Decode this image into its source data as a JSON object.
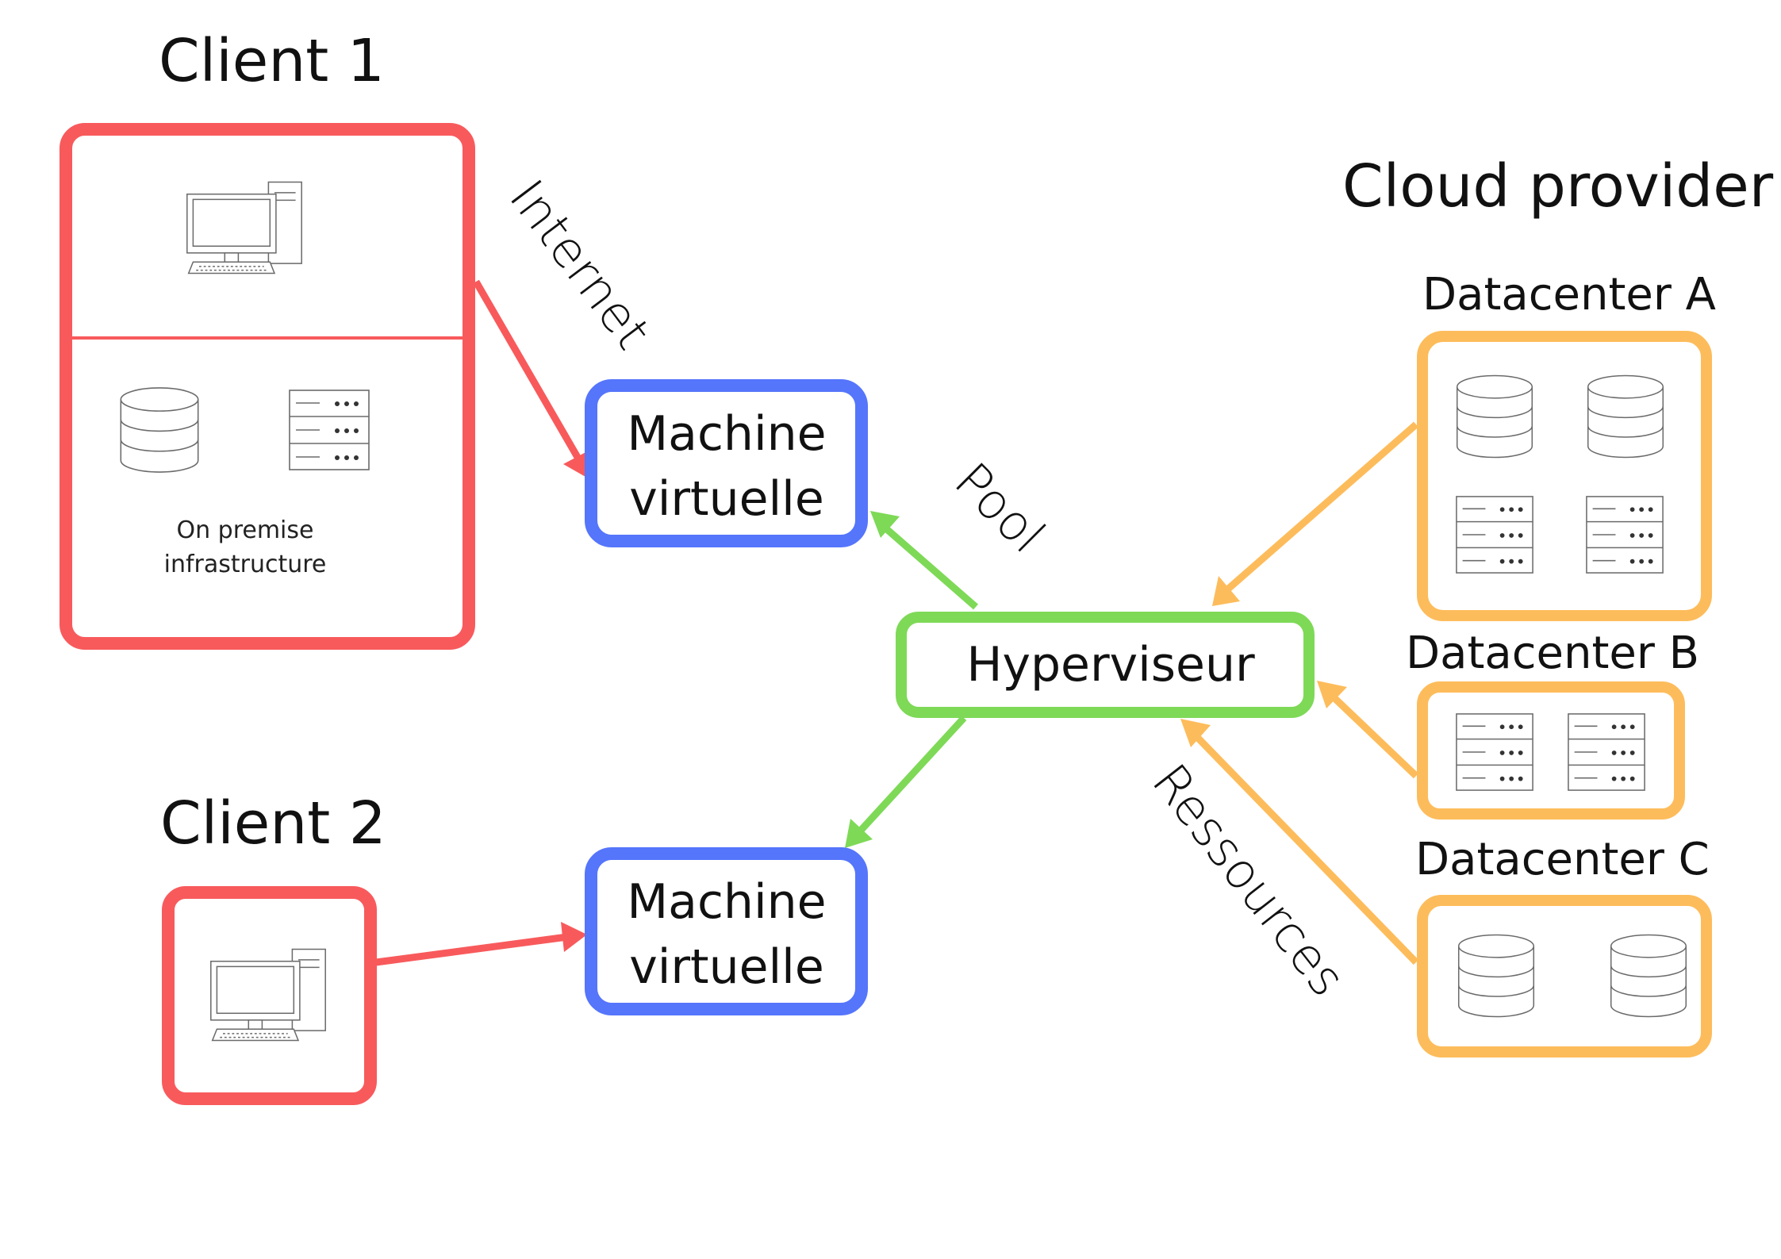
{
  "colors": {
    "client": "#f85a5c",
    "vm": "#5575fb",
    "hypervisor": "#7ed957",
    "datacenter": "#fdbc5b",
    "text": "#111111"
  },
  "client1": {
    "title": "Client 1",
    "infra_label_line1": "On premise",
    "infra_label_line2": "infrastructure",
    "icons": [
      "desktop-computer-icon",
      "database-icon",
      "server-rack-icon"
    ]
  },
  "client2": {
    "title": "Client 2",
    "icons": [
      "desktop-computer-icon"
    ]
  },
  "vm_top": {
    "line1": "Machine",
    "line2": "virtuelle"
  },
  "vm_bottom": {
    "line1": "Machine",
    "line2": "virtuelle"
  },
  "hypervisor": {
    "label": "Hyperviseur"
  },
  "cloud": {
    "title": "Cloud provider",
    "datacenters": [
      {
        "name": "Datacenter A",
        "icons": [
          "database-icon",
          "database-icon",
          "server-rack-icon",
          "server-rack-icon"
        ]
      },
      {
        "name": "Datacenter B",
        "icons": [
          "server-rack-icon",
          "server-rack-icon"
        ]
      },
      {
        "name": "Datacenter C",
        "icons": [
          "database-icon",
          "database-icon"
        ]
      }
    ]
  },
  "edges": {
    "internet": "Internet",
    "pool": "Pool",
    "ressources": "Ressources"
  }
}
